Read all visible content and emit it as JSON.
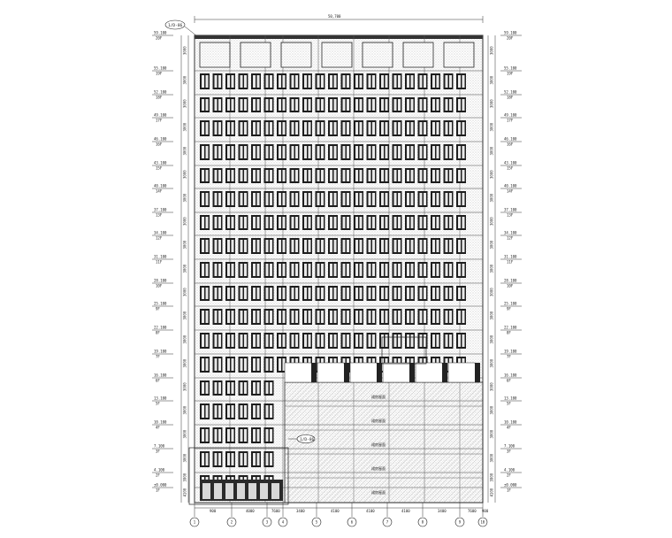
{
  "top_dimension": "50,700",
  "callout_top": "1/D-86",
  "callout_mid": "1/D-86",
  "elevation_labels": [
    "59.100",
    "55.100",
    "52.100",
    "49.100",
    "46.100",
    "43.100",
    "40.100",
    "37.100",
    "34.100",
    "31.100",
    "28.100",
    "25.100",
    "22.100",
    "19.100",
    "16.100",
    "13.100",
    "10.100",
    "7.100",
    "4.100",
    "±0.000"
  ],
  "floor_labels": [
    "20F",
    "19F",
    "18F",
    "17F",
    "16F",
    "15F",
    "14F",
    "13F",
    "12F",
    "11F",
    "10F",
    "9F",
    "8F",
    "7F",
    "6F",
    "5F",
    "4F",
    "3F",
    "2F",
    "1F"
  ],
  "storey_heights": [
    "3000",
    "3000",
    "3000",
    "3000",
    "3000",
    "3000",
    "3000",
    "3000",
    "3000",
    "3000",
    "3000",
    "3000",
    "3000",
    "3000",
    "3000",
    "3000",
    "3000",
    "3000",
    "3900",
    "4100"
  ],
  "bay_dimensions": [
    "900",
    "4000",
    "7600",
    "3400",
    "4100",
    "4100",
    "4100",
    "3400",
    "7600",
    "900"
  ],
  "grid_bubbles": [
    "1",
    "2",
    "3",
    "4",
    "5",
    "6",
    "7",
    "8",
    "9",
    "10"
  ],
  "podium_labels": [
    "裙房屋面",
    "裙房屋面",
    "裙房屋面",
    "裙房屋面",
    "裙房屋面"
  ]
}
